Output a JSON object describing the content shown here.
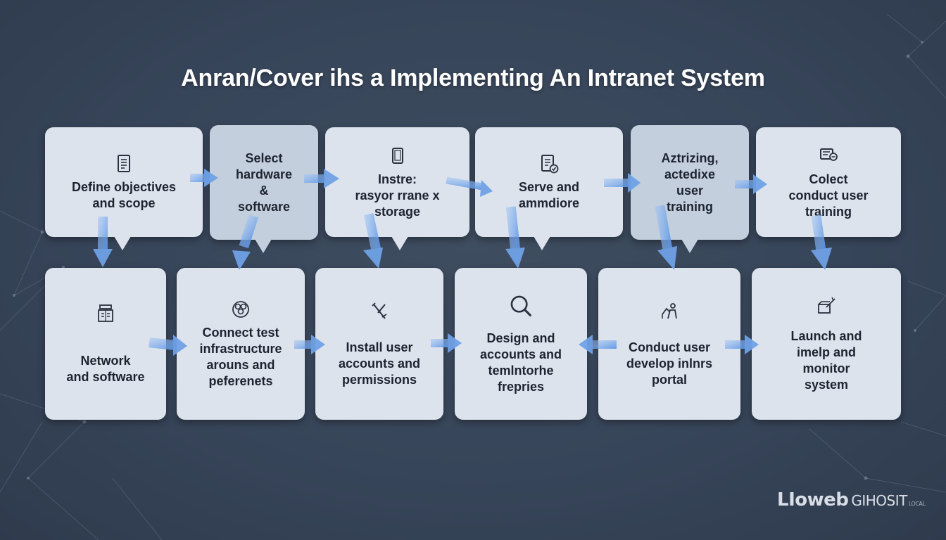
{
  "title": "Anran/Cover ihs a Implementing An Intranet System",
  "top_row": [
    {
      "label": "Define objectives\nand scope",
      "icon": "document-icon"
    },
    {
      "label": "Select\nhardware\n&\nsoftware",
      "icon": "none"
    },
    {
      "label": "Instre:\nrasyor rrane x\nstorage",
      "icon": "tablet-icon"
    },
    {
      "label": "Serve and\nammdiore",
      "icon": "document-check-icon"
    },
    {
      "label": "Aztrizing,\nactedixe\nuser\ntraining",
      "icon": "none"
    },
    {
      "label": "Colect\nconduct user\ntraining",
      "icon": "document-share-icon"
    }
  ],
  "bottom_row": [
    {
      "label": "Network\nand software",
      "icon": "server-icon"
    },
    {
      "label": "Connect test\ninfrastructure\narouns and\npeferenets",
      "icon": "network-cluster-icon"
    },
    {
      "label": "Install user\naccounts and\npermissions",
      "icon": "tools-icon"
    },
    {
      "label": "Design and\naccounts and\ntemlntorhe\nfrepries",
      "icon": "magnifier-icon"
    },
    {
      "label": "Conduct user\ndevelop inlnrs\nportal",
      "icon": "presenter-icon"
    },
    {
      "label": "Launch and\nimelp and\nmonitor\nsystem",
      "icon": "launch-box-icon"
    }
  ],
  "brand": {
    "main": "LIoweb",
    "second": "GIHOSIT",
    "third": "LOCAL"
  },
  "colors": {
    "background": "#37455a",
    "box": "#dde3ec",
    "box_shaded": "#c4cfdd",
    "arrow": "#6fa2e6"
  }
}
